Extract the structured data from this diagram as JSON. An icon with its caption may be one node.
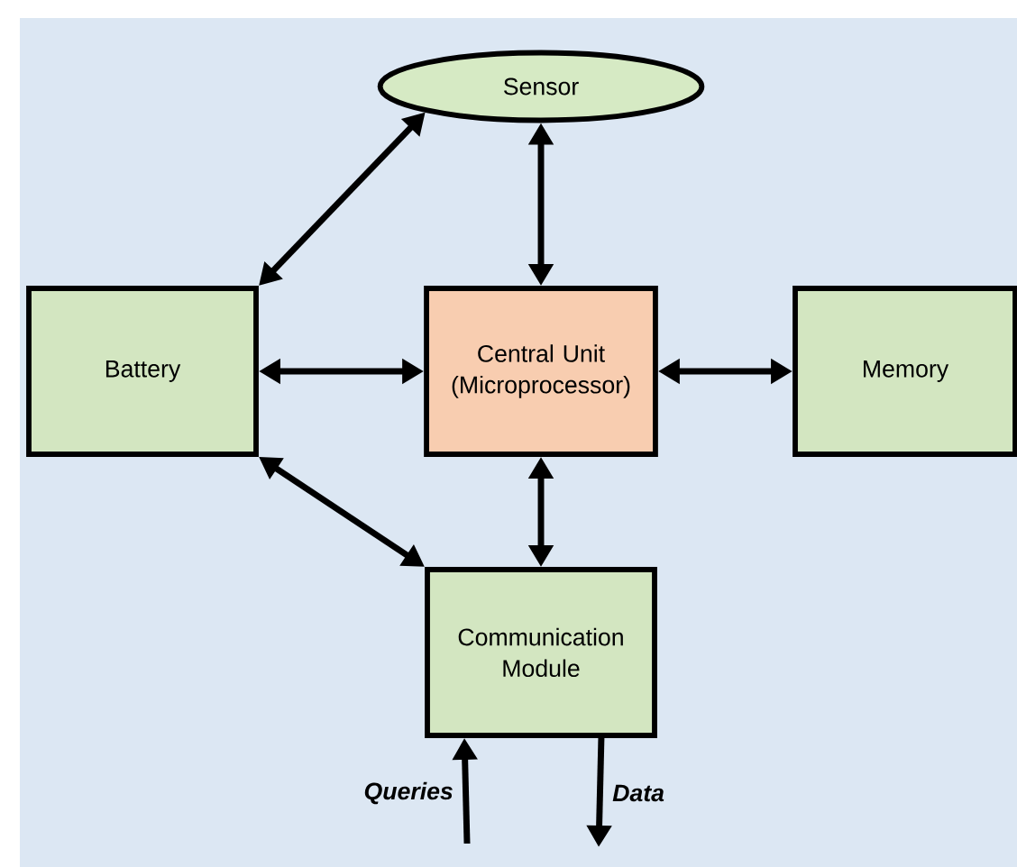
{
  "diagram": {
    "nodes": [
      {
        "text": [
          "Sensor"
        ]
      },
      {
        "text": [
          "Battery"
        ]
      },
      {
        "text": [
          "Central Unit (Microprocessor)"
        ]
      },
      {
        "text": [
          "Memory"
        ]
      },
      {
        "text": [
          "Communication Module"
        ]
      }
    ],
    "edges": [
      {
        "from": 0,
        "to": 1,
        "arrow": "both"
      },
      {
        "from": 0,
        "to": 2,
        "arrow": "both"
      },
      {
        "from": 1,
        "to": 2,
        "arrow": "both"
      },
      {
        "from": 2,
        "to": 3,
        "arrow": "both"
      },
      {
        "from": 1,
        "to": 4,
        "arrow": "both"
      },
      {
        "from": 2,
        "to": 4,
        "arrow": "both"
      },
      {
        "from": null,
        "to": 4,
        "arrow": "to",
        "label": "Queries"
      },
      {
        "from": 4,
        "to": null,
        "arrow": "to",
        "label": "Data"
      }
    ]
  }
}
